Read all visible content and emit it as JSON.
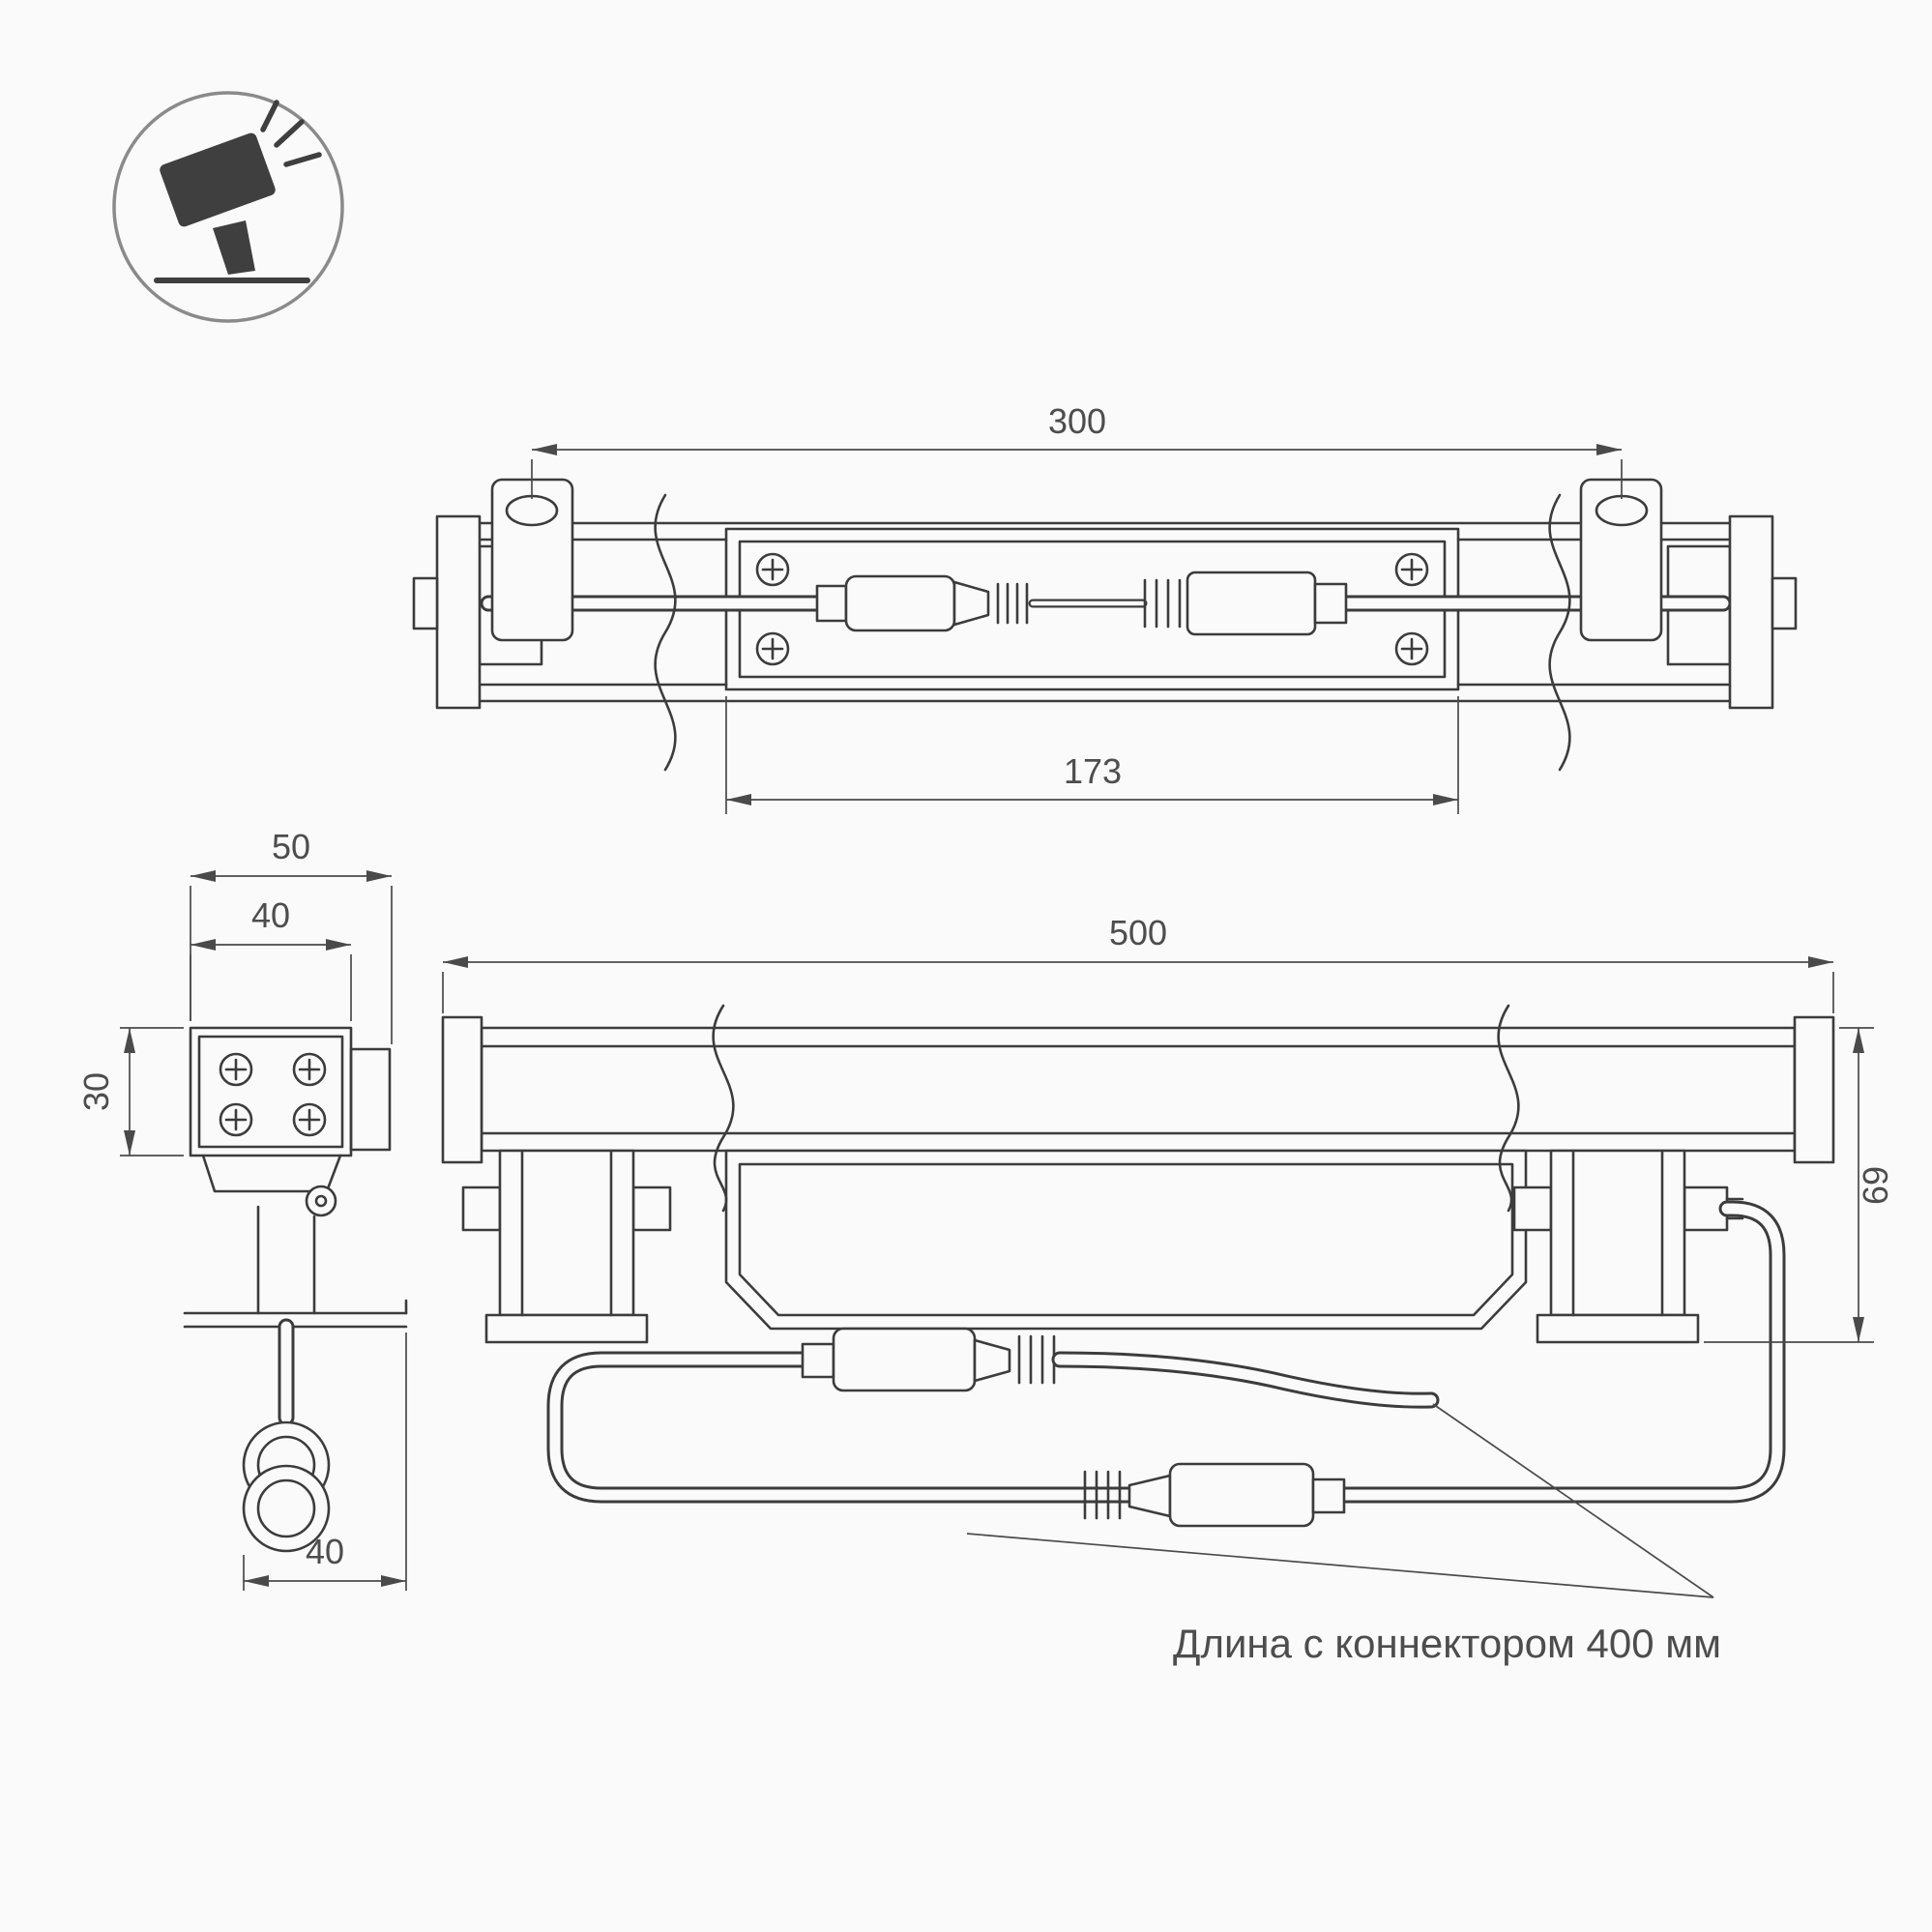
{
  "icon": {
    "name": "floodlight-icon"
  },
  "colors": {
    "line": "#3c3c3c",
    "dim_text": "#4d4d4d",
    "background": "#fafafa",
    "icon_ring": "#8a8a8a"
  },
  "dimensions": {
    "top_view": {
      "overall": "300",
      "body": "173"
    },
    "side_view": {
      "width_outer": "50",
      "width_inner": "40",
      "height": "30",
      "depth": "40"
    },
    "front_view": {
      "length": "500",
      "height": "69"
    }
  },
  "annotation": {
    "connector_note": "Длина с коннектором 400 мм"
  }
}
